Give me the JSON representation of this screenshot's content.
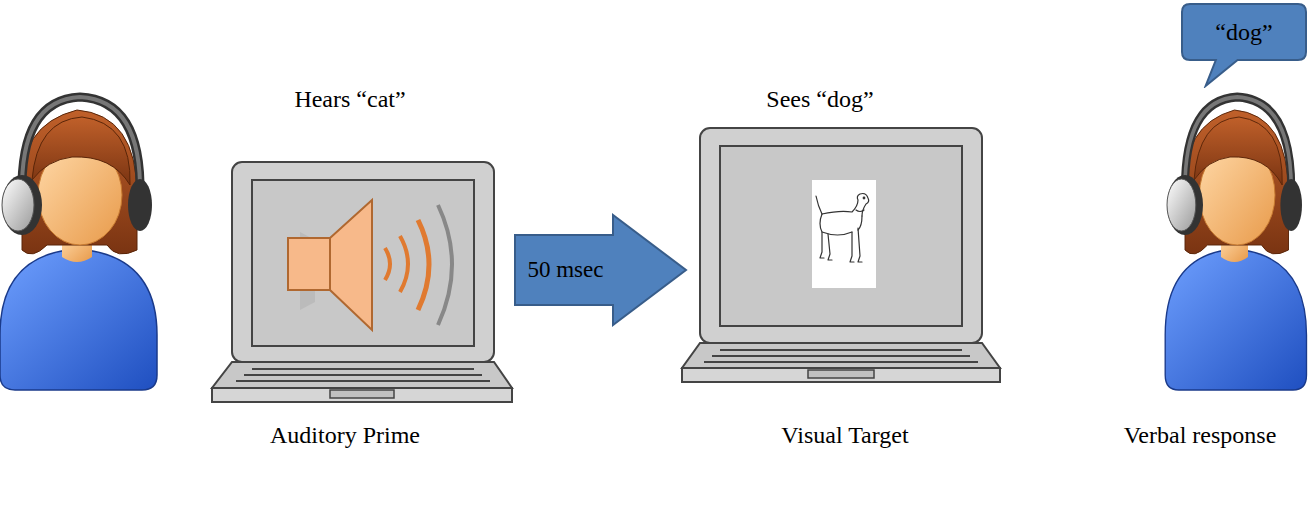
{
  "diagram": {
    "nodes": [
      {
        "text": [
          "50 msec"
        ]
      },
      {
        "text": [
          "“dog”"
        ]
      }
    ],
    "labels": [
      "Hears “cat”",
      "Sees “dog”",
      "Auditory Prime",
      "Visual Target",
      "Verbal response"
    ]
  }
}
